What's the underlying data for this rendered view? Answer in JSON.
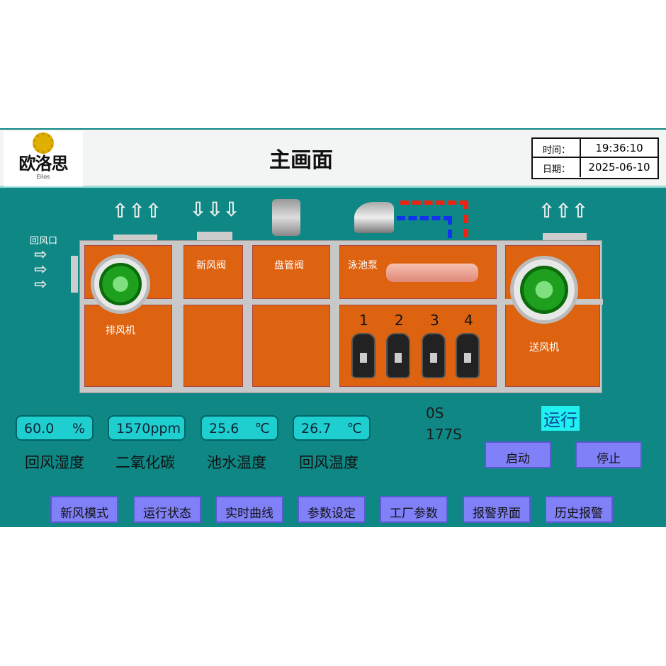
{
  "header": {
    "logo_text": "欧洛思",
    "logo_sub": "Eilos",
    "title": "主画面",
    "time_label": "时间：",
    "time_value": "19:36:10",
    "date_label": "日期：",
    "date_value": "2025-06-10"
  },
  "diagram": {
    "return_air_inlet": "回风口",
    "exhaust_fan": "排风机",
    "fresh_air_valve": "新风阀",
    "coil_valve": "盘管阀",
    "pool_pump": "泳池泵",
    "supply_fan": "送风机",
    "compressors": [
      "1",
      "2",
      "3",
      "4"
    ]
  },
  "readings": [
    {
      "value": "60.0",
      "unit": "%",
      "label": "回风湿度"
    },
    {
      "value": "1570",
      "unit": "ppm",
      "label": "二氧化碳"
    },
    {
      "value": "25.6",
      "unit": "℃",
      "label": "池水温度"
    },
    {
      "value": "26.7",
      "unit": "℃",
      "label": "回风温度"
    }
  ],
  "timers": [
    "0S",
    "177S"
  ],
  "status": "运行",
  "controls": {
    "start": "启动",
    "stop": "停止"
  },
  "nav": [
    "新风模式",
    "运行状态",
    "实时曲线",
    "参数设定",
    "工厂参数",
    "报警界面",
    "历史报警"
  ]
}
